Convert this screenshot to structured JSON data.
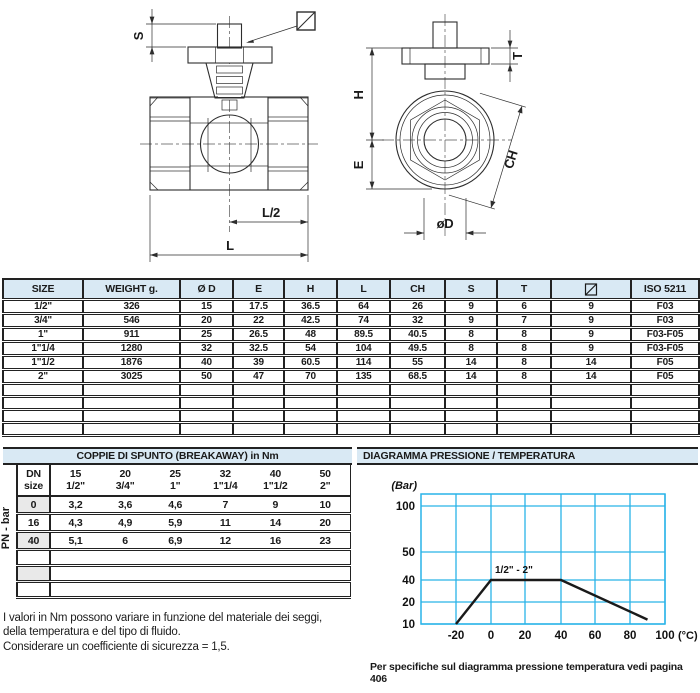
{
  "drawings": {
    "left": {
      "s": "S",
      "l_half": "L/2",
      "l": "L",
      "square_symbol": "square-with-diagonal-icon"
    },
    "right": {
      "t": "T",
      "h": "H",
      "e": "E",
      "ch": "CH",
      "od": "øD"
    }
  },
  "dimension_table": {
    "headers": [
      "SIZE",
      "WEIGHT g.",
      "Ø D",
      "E",
      "H",
      "L",
      "CH",
      "S",
      "T",
      "",
      "ISO 5211"
    ],
    "square_symbol": "square-with-diagonal-icon",
    "rows": [
      [
        "1/2\"",
        "326",
        "15",
        "17.5",
        "36.5",
        "64",
        "26",
        "9",
        "6",
        "9",
        "F03"
      ],
      [
        "3/4\"",
        "546",
        "20",
        "22",
        "42.5",
        "74",
        "32",
        "9",
        "7",
        "9",
        "F03"
      ],
      [
        "1\"",
        "911",
        "25",
        "26.5",
        "48",
        "89.5",
        "40.5",
        "8",
        "8",
        "9",
        "F03-F05"
      ],
      [
        "1\"1/4",
        "1280",
        "32",
        "32.5",
        "54",
        "104",
        "49.5",
        "8",
        "8",
        "9",
        "F03-F05"
      ],
      [
        "1\"1/2",
        "1876",
        "40",
        "39",
        "60.5",
        "114",
        "55",
        "14",
        "8",
        "14",
        "F05"
      ],
      [
        "2\"",
        "3025",
        "50",
        "47",
        "70",
        "135",
        "68.5",
        "14",
        "8",
        "14",
        "F05"
      ]
    ]
  },
  "breakaway": {
    "title": "COPPIE DI SPUNTO (BREAKAWAY) in Nm",
    "pn_label": "PN - bar",
    "corner_line1": "DN",
    "corner_line2": "size",
    "columns": [
      {
        "dn": "15",
        "size": "1/2\""
      },
      {
        "dn": "20",
        "size": "3/4\""
      },
      {
        "dn": "25",
        "size": "1\""
      },
      {
        "dn": "32",
        "size": "1\"1/4"
      },
      {
        "dn": "40",
        "size": "1\"1/2"
      },
      {
        "dn": "50",
        "size": "2\""
      }
    ],
    "rows": [
      {
        "pn": "0",
        "values": [
          "3,2",
          "3,6",
          "4,6",
          "7",
          "9",
          "10"
        ]
      },
      {
        "pn": "16",
        "values": [
          "4,3",
          "4,9",
          "5,9",
          "11",
          "14",
          "20"
        ]
      },
      {
        "pn": "40",
        "values": [
          "5,1",
          "6",
          "6,9",
          "12",
          "16",
          "23"
        ]
      }
    ]
  },
  "notes": {
    "line1": "I valori in Nm possono variare in funzione del materiale dei seggi,",
    "line2": "della temperatura e del tipo di fluido.",
    "line3": "Considerare un coefficiente di sicurezza = 1,5."
  },
  "diagram": {
    "title": "DIAGRAMMA PRESSIONE / TEMPERATURA",
    "caption": "Per specifiche sul diagramma pressione temperatura vedi pagina 406"
  },
  "chart_data": {
    "type": "line",
    "title": "DIAGRAMMA PRESSIONE / TEMPERATURA",
    "ylabel": "(Bar)",
    "xlabel": "(°C)",
    "y_ticks": [
      100,
      50,
      40,
      20,
      10
    ],
    "x_ticks": [
      -20,
      0,
      20,
      40,
      60,
      80,
      100
    ],
    "series": [
      {
        "name": "1/2\" - 2\"",
        "points": [
          [
            -20,
            10
          ],
          [
            0,
            40
          ],
          [
            40,
            40
          ],
          [
            90,
            12
          ]
        ]
      }
    ],
    "grid": true,
    "grid_color": "#29b3e8",
    "line_color": "#1a1a1a",
    "note": "y axis tick spacing non-linear as drawn",
    "legend_position": "inline-label"
  },
  "colors": {
    "header_bg": "#d9e9f4",
    "shade_bg": "#e9e9e9",
    "border": "#222222",
    "grid_cyan": "#29b3e8"
  }
}
